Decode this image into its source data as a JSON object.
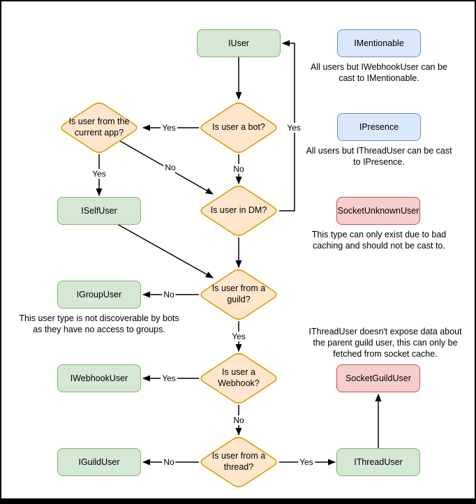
{
  "diagram": {
    "nodes": {
      "iuser": "IUser",
      "imentionable": "IMentionable",
      "ipresence": "IPresence",
      "socketunknownuser": "SocketUnknownUser",
      "iselfuser": "ISelfUser",
      "igroupuser": "IGroupUser",
      "iwebhookuser": "IWebhookUser",
      "socketguilduser": "SocketGuildUser",
      "iguilduser": "IGuildUser",
      "ithreaduser": "IThreadUser"
    },
    "decisions": {
      "is_bot": "Is user a bot?",
      "from_current_app": "Is user from the current app?",
      "in_dm": "Is user in DM?",
      "from_guild": "Is user from a guild?",
      "is_webhook": "Is user a Webhook?",
      "from_thread": "Is user from a thread?"
    },
    "edge_labels": {
      "bot_to_current_app": "Yes",
      "bot_to_dm": "No",
      "current_app_to_self": "Yes",
      "current_app_to_dm": "No",
      "dm_to_iuser": "Yes",
      "guild_to_group": "No",
      "guild_to_webhook": "Yes",
      "webhook_to_iwebhook": "Yes",
      "webhook_to_thread": "No",
      "thread_to_iguild": "No",
      "thread_to_ithread": "Yes"
    },
    "notes": {
      "imentionable": "All users but IWebhookUser can be cast to IMentionable.",
      "ipresence": "All users but IThreadUser can be cast to IPresence.",
      "socketunknownuser": "This type can only exist due to bad caching and should not be cast to.",
      "igroupuser": "This user type is not discoverable by bots as they have no access to groups.",
      "ithreaduser": "IThreadUser doesn't expose data about the parent guild user, this can only be fetched from socket cache."
    },
    "colors": {
      "interface_fill": "#d5e8d4",
      "interface_stroke": "#82b366",
      "decision_fill": "#ffe6cc",
      "decision_stroke": "#d79b00",
      "info_fill": "#dae8fc",
      "info_stroke": "#6c8ebf",
      "warning_fill": "#f8cecc",
      "warning_stroke": "#b85450",
      "edge": "#000000"
    }
  }
}
